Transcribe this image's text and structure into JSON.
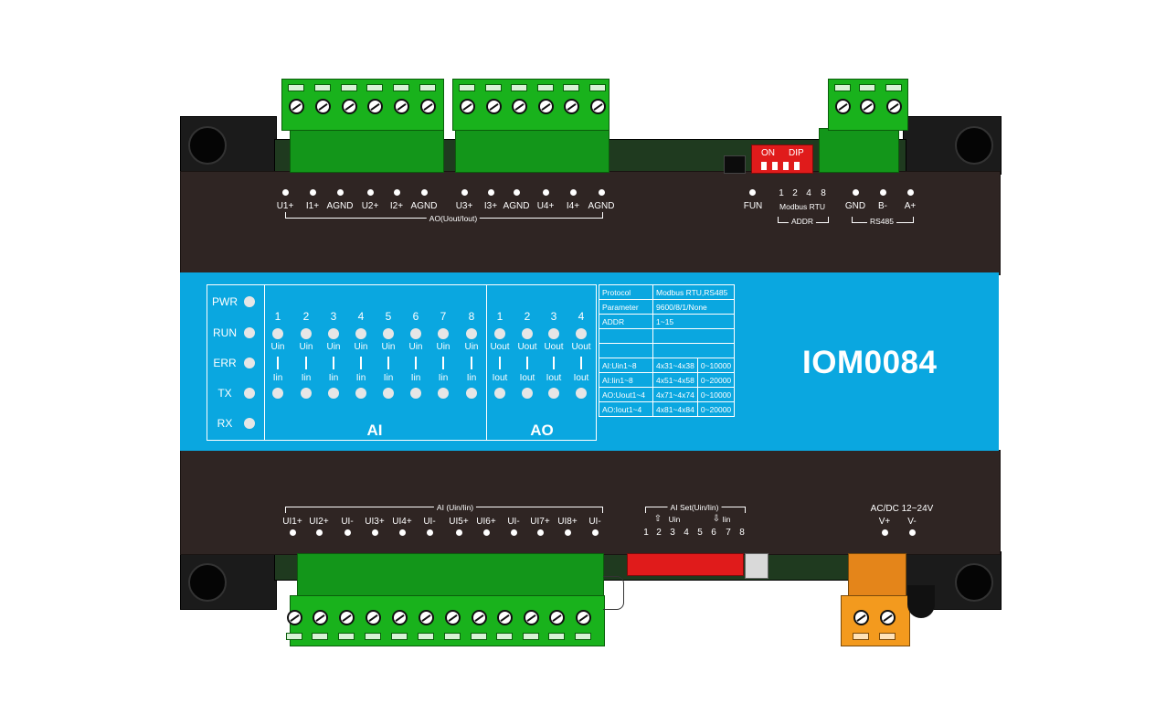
{
  "device": {
    "model": "IOM0084",
    "colors": {
      "housing": "#2f2523",
      "panel": "#0aa7e0",
      "terminal": "#19b21c",
      "power_terminal": "#f39a1e",
      "dip": "#e01b1b"
    }
  },
  "top_labels": {
    "ao_pins": [
      "U1+",
      "I1+",
      "AGND",
      "U2+",
      "I2+",
      "AGND",
      "U3+",
      "I3+",
      "AGND",
      "U4+",
      "I4+",
      "AGND"
    ],
    "ao_group": "AO(Uout/Iout)",
    "fun": "FUN",
    "addr_numbers": [
      "1",
      "2",
      "4",
      "8"
    ],
    "addr_sub": "Modbus RTU",
    "addr_group": "ADDR",
    "rs485_pins": [
      "GND",
      "B-",
      "A+"
    ],
    "rs485_group": "RS485",
    "dip_on": "ON",
    "dip_text": "DIP"
  },
  "status_leds": [
    "PWR",
    "RUN",
    "ERR",
    "TX",
    "RX"
  ],
  "ai_panel": {
    "channels": [
      "1",
      "2",
      "3",
      "4",
      "5",
      "6",
      "7",
      "8"
    ],
    "top_mode": "Uin",
    "bottom_mode": "Iin",
    "title": "AI"
  },
  "ao_panel": {
    "channels": [
      "1",
      "2",
      "3",
      "4"
    ],
    "top_mode": "Uout",
    "bottom_mode": "Iout",
    "title": "AO"
  },
  "spec_table": [
    [
      "Protocol",
      "Modbus RTU,RS485",
      ""
    ],
    [
      "Parameter",
      "9600/8/1/None",
      ""
    ],
    [
      "ADDR",
      "1~15",
      ""
    ],
    [
      "",
      "",
      ""
    ],
    [
      "",
      "",
      ""
    ],
    [
      "AI:Uin1~8",
      "4x31~4x38",
      "0~10000"
    ],
    [
      "AI:Iin1~8",
      "4x51~4x58",
      "0~20000"
    ],
    [
      "AO:Uout1~4",
      "4x71~4x74",
      "0~10000"
    ],
    [
      "AO:Iout1~4",
      "4x81~4x84",
      "0~20000"
    ]
  ],
  "bottom_labels": {
    "ai_group": "AI (Uin/Iin)",
    "ai_pins": [
      "UI1+",
      "UI2+",
      "UI-",
      "UI3+",
      "UI4+",
      "UI-",
      "UI5+",
      "UI6+",
      "UI-",
      "UI7+",
      "UI8+",
      "UI-"
    ],
    "ai_set_title": "AI Set(Uin/Iin)",
    "ai_set_up": "Uin",
    "ai_set_down": "Iin",
    "ai_set_numbers": [
      "1",
      "2",
      "3",
      "4",
      "5",
      "6",
      "7",
      "8"
    ],
    "power_title": "AC/DC 12~24V",
    "power_pins": [
      "V+",
      "V-"
    ],
    "dip_keys": [
      "1",
      "2",
      "3",
      "4",
      "5",
      "6",
      "7",
      "8"
    ]
  }
}
